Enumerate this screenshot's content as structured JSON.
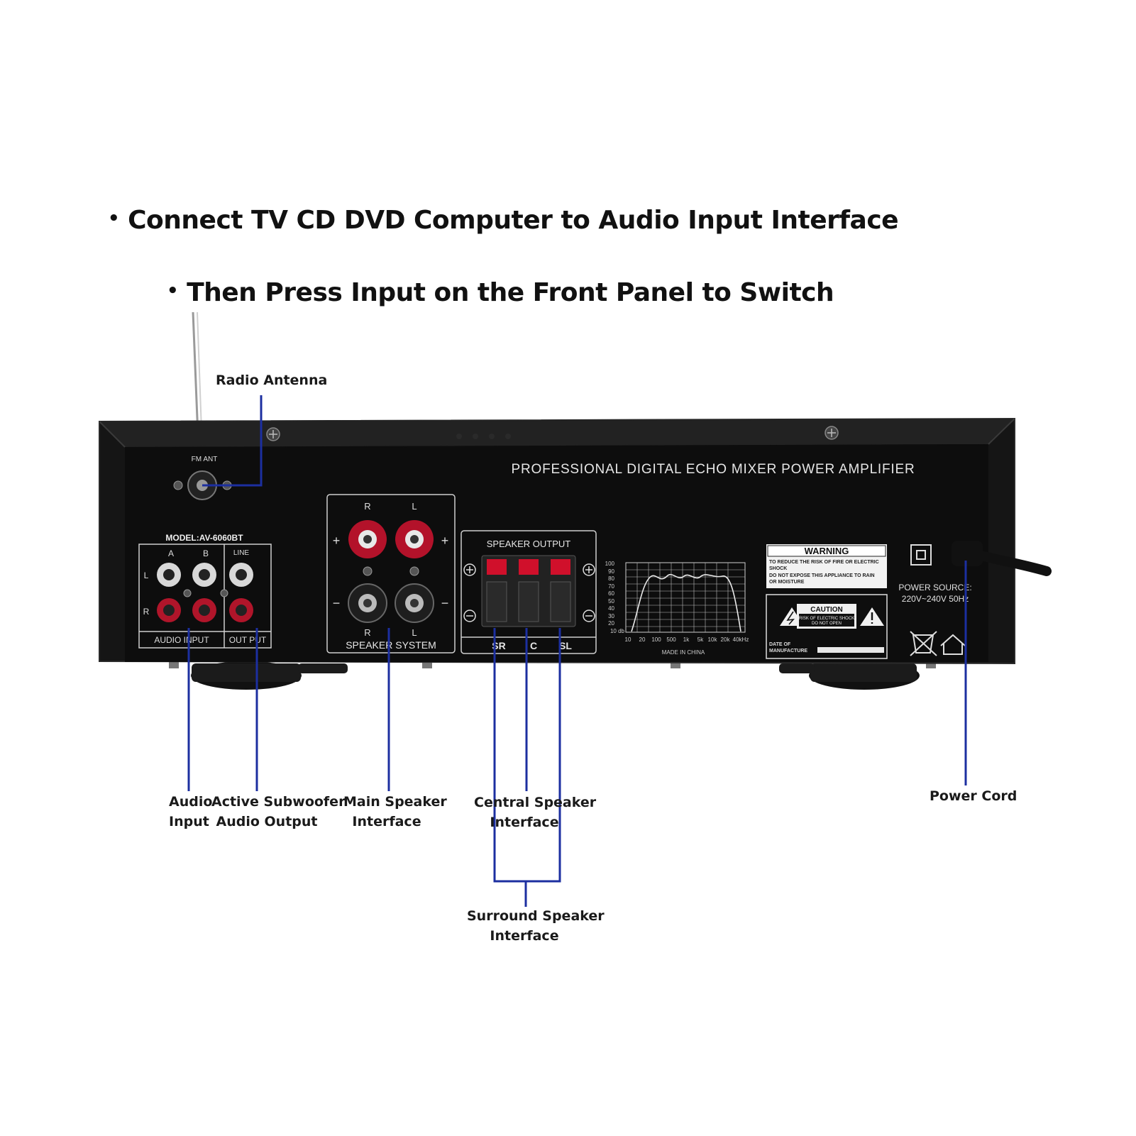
{
  "headline": {
    "line1": "Connect TV CD DVD Computer to Audio Input Interface",
    "line2": "Then Press Input on the Front Panel to Switch",
    "bullet": "•"
  },
  "callouts": {
    "radio_antenna": "Radio Antenna",
    "audio_input": [
      "Audio",
      "Input"
    ],
    "subwoofer": [
      "Active Subwoofer",
      "Audio Output"
    ],
    "main_speaker": [
      "Main Speaker",
      "Interface"
    ],
    "central_speaker": [
      "Central Speaker",
      "Interface"
    ],
    "surround_speaker": [
      "Surround Speaker",
      "Interface"
    ],
    "power_cord": "Power Cord"
  },
  "device": {
    "title": "PROFESSIONAL DIGITAL ECHO MIXER POWER AMPLIFIER",
    "model": "MODEL:AV-6060BT",
    "fm_ant": "FM ANT",
    "rca": {
      "a": "A",
      "b": "B",
      "line": "LINE",
      "l": "L",
      "r": "R",
      "audio_input": "AUDIO INPUT",
      "output": "OUT PUT"
    },
    "speaker_system": {
      "r": "R",
      "l": "L",
      "plus": "+",
      "minus": "−",
      "label": "SPEAKER SYSTEM"
    },
    "speaker_output": {
      "label": "SPEAKER OUTPUT",
      "sr": "SR",
      "c": "C",
      "sl": "SL"
    },
    "graph": {
      "y_ticks": [
        "100",
        "90",
        "80",
        "70",
        "60",
        "50",
        "40",
        "30",
        "20",
        "10 db"
      ],
      "x_ticks": [
        "10",
        "20",
        "100",
        "500",
        "1k",
        "5k",
        "10k",
        "20k",
        "40kHz"
      ],
      "made_in": "MADE IN CHINA"
    },
    "warning": {
      "title": "WARNING",
      "text1": "TO REDUCE THE RISK OF FIRE OR ELECTRIC",
      "text2": "SHOCK",
      "text3": "DO NOT EXPOSE THIS APPLIANCE TO RAIN",
      "text4": "OR MOISTURE",
      "caution": "CAUTION",
      "caution1": "RISK OF ELECTRIC SHOCK",
      "caution2": "DO NOT OPEN",
      "date1": "DATE OF",
      "date2": "MANUFACTURE"
    },
    "power": {
      "label": "POWER SOURCE:",
      "spec": "220V~240V  50Hz"
    }
  },
  "colors": {
    "leader": "#1c2fa0",
    "chassis": "#141414",
    "panel": "#0e0e0e",
    "accent_red": "#c8102e"
  }
}
